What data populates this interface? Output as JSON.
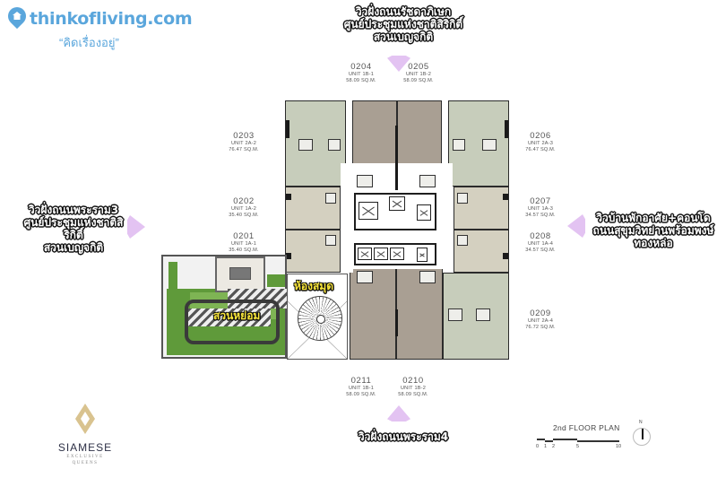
{
  "logo": {
    "site": "thinkofliving.com",
    "tagline": "“คิดเรื่องอยู่”",
    "color": "#5aa6dc"
  },
  "views": {
    "top": [
      "วิวฝั่งถนนรัชดาภิเษก",
      "ศูนย์ประชุมแห่งชาติสิริกิติ์",
      "สวนเบญจกิติ"
    ],
    "left": [
      "วิวฝั่งถนนพระราม3",
      "ศูนย์ประชุมแห่งชาติสิริกิติ์",
      "สวนเบญจกิติ"
    ],
    "right": [
      "วิวบ้านพักอาศัย+คอนโด",
      "ถนนสุขุมวิทย่านพร้อมพงษ์",
      "ทองหล่อ"
    ],
    "bottom": [
      "วิวฝั่งถนนพระราม4"
    ],
    "wedge_color": "#e3c3f2"
  },
  "units": [
    {
      "id": "0204",
      "type": "UNIT 1B-1",
      "area": "58.09 SQ.M."
    },
    {
      "id": "0205",
      "type": "UNIT 1B-2",
      "area": "58.09 SQ.M."
    },
    {
      "id": "0203",
      "type": "UNIT 2A-2",
      "area": "76.47 SQ.M."
    },
    {
      "id": "0202",
      "type": "UNIT 1A-2",
      "area": "35.40 SQ.M."
    },
    {
      "id": "0201",
      "type": "UNIT 1A-1",
      "area": "35.40 SQ.M."
    },
    {
      "id": "0206",
      "type": "UNIT 2A-3",
      "area": "76.47 SQ.M."
    },
    {
      "id": "0207",
      "type": "UNIT 1A-3",
      "area": "34.57 SQ.M."
    },
    {
      "id": "0208",
      "type": "UNIT 1A-4",
      "area": "34.57 SQ.M."
    },
    {
      "id": "0209",
      "type": "UNIT 2A-4",
      "area": "76.72 SQ.M."
    },
    {
      "id": "0211",
      "type": "UNIT 1B-1",
      "area": "58.09 SQ.M."
    },
    {
      "id": "0210",
      "type": "UNIT 1B-2",
      "area": "58.09 SQ.M."
    }
  ],
  "amenities": {
    "garden": "สวนหย่อม",
    "library": "ห้องสมุด"
  },
  "room_colors": {
    "two_bed": "#c7cdbb",
    "one_bed_plus": "#a99f93",
    "studio": "#d4d0c0",
    "lawn": "#5f9a3a"
  },
  "brand": {
    "name": "SIAMESE",
    "sub1": "EXCLUSIVE",
    "sub2": "QUEENS"
  },
  "floor_plan": {
    "title": "2nd FLOOR PLAN",
    "scale_ticks": [
      "0",
      "1",
      "2",
      "5",
      "10"
    ],
    "north": "N"
  }
}
